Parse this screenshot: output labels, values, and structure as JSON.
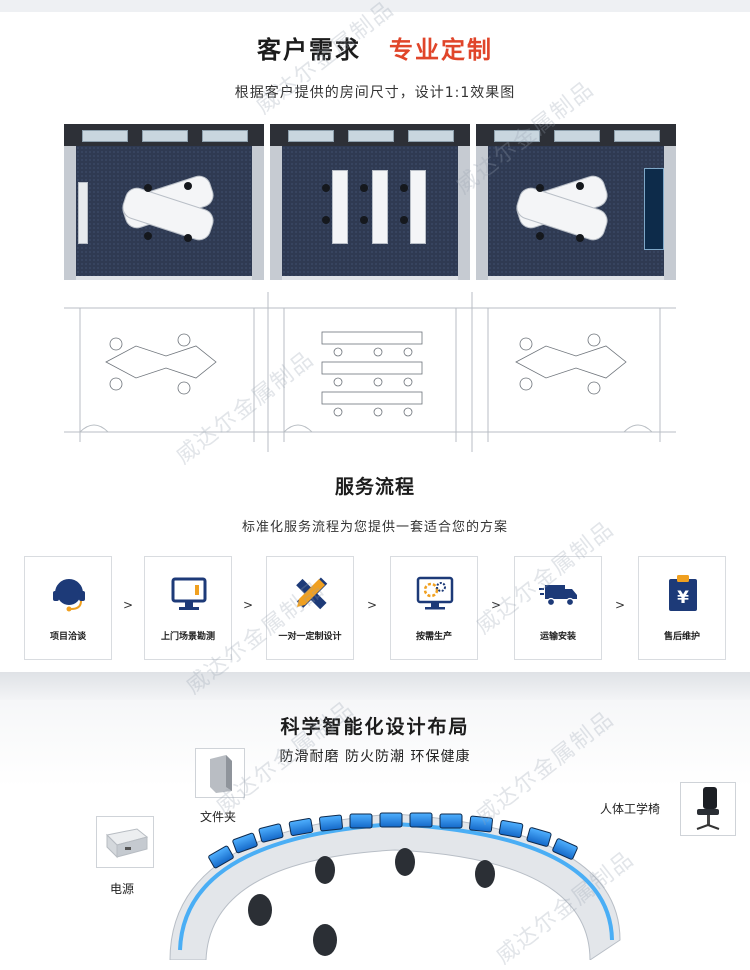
{
  "section1": {
    "title_part1": "客户需求",
    "title_part2": "专业定制",
    "subtitle": "根据客户提供的房间尺寸，设计1:1效果图"
  },
  "section2": {
    "title": "服务流程",
    "subtitle": "标准化服务流程为您提供一套适合您的方案",
    "steps": [
      {
        "label": "项目洽谈",
        "icon": "headset-icon"
      },
      {
        "label": "上门场景勘测",
        "icon": "monitor-icon"
      },
      {
        "label": "一对一定制设计",
        "icon": "ruler-pencil-icon"
      },
      {
        "label": "按需生产",
        "icon": "gear-monitor-icon"
      },
      {
        "label": "运输安装",
        "icon": "truck-icon"
      },
      {
        "label": "售后维护",
        "icon": "yuan-clipboard-icon"
      }
    ]
  },
  "section3": {
    "title": "科学智能化设计布局",
    "subtitle": "防滑耐磨  防火防潮  环保健康",
    "callouts": {
      "folder": "文件夹",
      "power": "电源",
      "chair": "人体工学椅"
    }
  },
  "watermark": "威达尔金属制品",
  "colors": {
    "accent_red": "#e0452a",
    "icon_navy": "#1d3a78",
    "icon_orange": "#f0a020",
    "screen_blue": "#2a8ee6"
  }
}
